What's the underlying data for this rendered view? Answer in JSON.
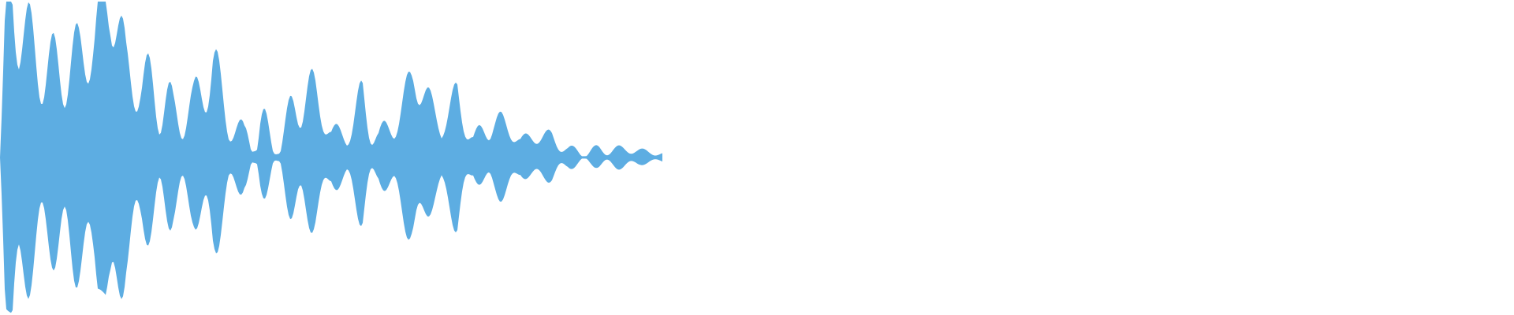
{
  "waveform": {
    "color": "#5dade2",
    "background": "#ffffff",
    "peak_count": 0,
    "envelope_profile": "decaying",
    "audio_end_fraction": 0.436
  }
}
